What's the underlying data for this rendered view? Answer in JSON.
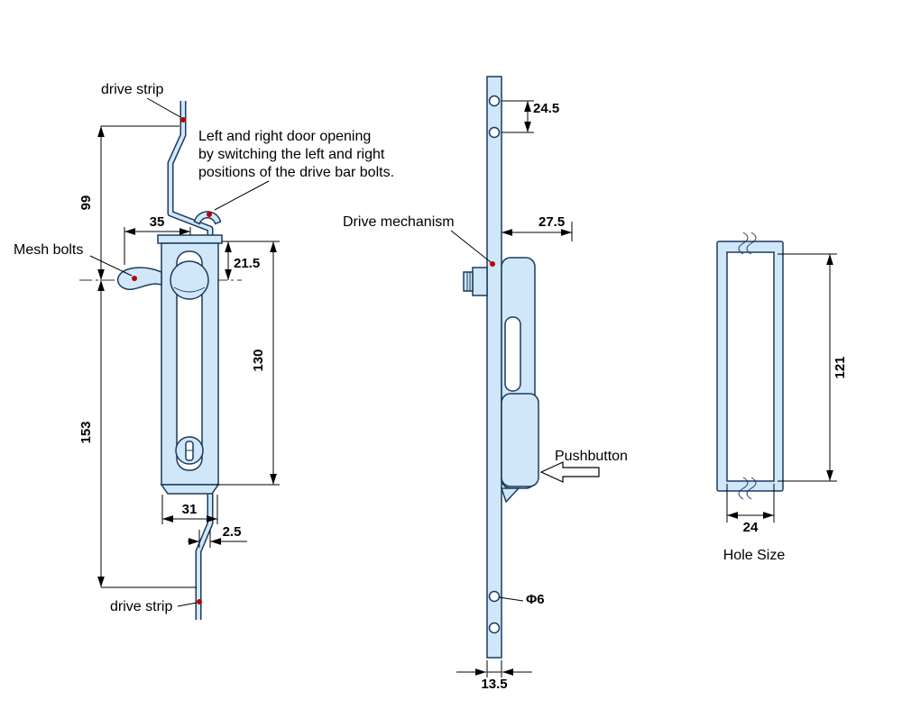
{
  "front": {
    "drive_strip_top": "drive strip",
    "drive_strip_bottom": "drive strip",
    "mesh_bolts": "Mesh bolts",
    "note1": "Left and right door opening",
    "note2": "by switching the left and right",
    "note3": "positions of the drive bar bolts.",
    "dim_99": "99",
    "dim_153": "153",
    "dim_35": "35",
    "dim_21_5": "21.5",
    "dim_130": "130",
    "dim_31": "31",
    "dim_2_5": "2.5"
  },
  "side": {
    "drive_mechanism": "Drive mechanism",
    "pushbutton": "Pushbutton",
    "dim_24_5": "24.5",
    "dim_27_5": "27.5",
    "dim_13_5": "13.5",
    "dim_phi6": "Φ6"
  },
  "hole": {
    "title": "Hole Size",
    "dim_121": "121",
    "dim_24": "24"
  },
  "colors": {
    "part_fill": "#cfe7f8",
    "part_outline": "#1c3a5e",
    "dimension_line": "#000000",
    "leader_dot": "#bb0000",
    "background": "#ffffff"
  }
}
